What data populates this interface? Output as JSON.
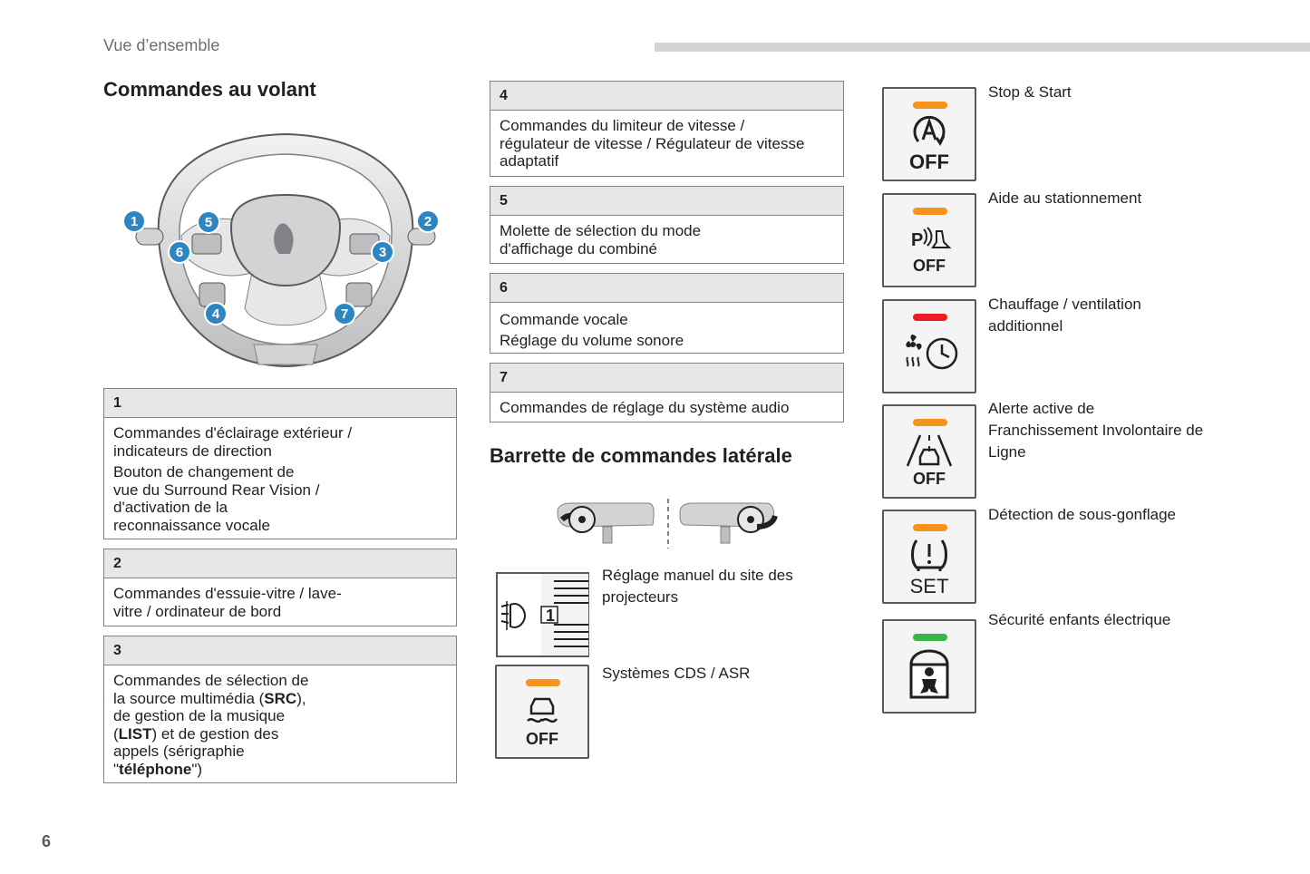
{
  "header": {
    "section": "Vue d’ensemble"
  },
  "left": {
    "title": "Commandes au volant",
    "callouts": [
      "1",
      "2",
      "3",
      "4",
      "5",
      "6",
      "7"
    ],
    "boxes": [
      {
        "num": "1",
        "lines": [
          "Commandes d'éclairage extérieur / indicateurs de direction",
          "Bouton de changement de vue du Surround Rear Vision / d'activation de la reconnaissance vocale"
        ]
      },
      {
        "num": "2",
        "lines": [
          "Commandes d'essuie-vitre / lave-vitre / ordinateur de bord"
        ]
      },
      {
        "num": "3",
        "text_a": "Commandes de sélection de la source multimédia (",
        "bold_a": "SRC",
        "text_b": "), de gestion de la musique (",
        "bold_b": "LIST",
        "text_c": ") et de gestion des appels (sérigraphie \"",
        "bold_c": "téléphone",
        "text_d": "\")"
      }
    ]
  },
  "middle": {
    "boxes": [
      {
        "num": "4",
        "text": "Commandes du limiteur de vitesse / régulateur de vitesse / Régulateur de vitesse adaptatif"
      },
      {
        "num": "5",
        "text": "Molette de sélection du mode d'affichage du combiné"
      },
      {
        "num": "6",
        "line1": "Commande vocale",
        "line2": "Réglage du volume sonore"
      },
      {
        "num": "7",
        "text": "Commandes de réglage du système audio"
      }
    ],
    "lateral_title": "Barrette de commandes latérale",
    "items": [
      {
        "label": "Réglage manuel du site des projecteurs",
        "wheel_digit": "1"
      },
      {
        "label": "Systèmes CDS / ASR",
        "icon_text": "OFF",
        "led": "#f7941d"
      }
    ]
  },
  "right": {
    "items": [
      {
        "label": "Stop & Start",
        "icon_text": "OFF",
        "led": "#f7941d",
        "icon": "auto-stop-start-icon"
      },
      {
        "label": "Aide au stationnement",
        "icon_text": "OFF",
        "led": "#f7941d",
        "icon": "parking-aid-icon"
      },
      {
        "label": "Chauffage / ventilation additionnel",
        "led": "#ed1c24",
        "icon": "heater-timer-icon"
      },
      {
        "label": "Alerte active de Franchissement Involontaire de Ligne",
        "icon_text": "OFF",
        "led": "#f7941d",
        "icon": "lane-departure-icon"
      },
      {
        "label": "Détection de sous-gonflage",
        "icon_text": "SET",
        "led": "#f7941d",
        "icon": "tyre-pressure-icon"
      },
      {
        "label": "Sécurité enfants électrique",
        "led": "#39b54a",
        "icon": "child-lock-icon"
      }
    ]
  },
  "footer": {
    "page": "6"
  }
}
